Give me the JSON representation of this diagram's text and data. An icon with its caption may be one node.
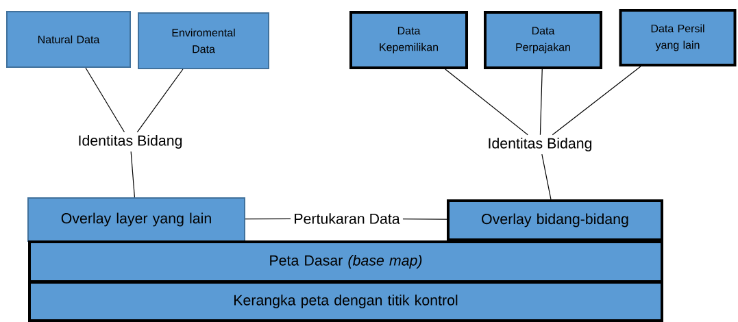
{
  "diagram": {
    "nodes": [
      {
        "text": [
          "Natural Data"
        ]
      },
      {
        "text": [
          "Enviromental Data"
        ]
      },
      {
        "text": [
          "Identitas Bidang"
        ]
      },
      {
        "text": [
          "Data Kepemilikan"
        ]
      },
      {
        "text": [
          "Data Perpajakan"
        ]
      },
      {
        "text": [
          "Data Persil yang lain"
        ]
      },
      {
        "text": [
          "Identitas Bidang"
        ]
      },
      {
        "text": [
          "Overlay layer yang lain"
        ]
      },
      {
        "text": [
          "Pertukaran Data"
        ]
      },
      {
        "text": [
          "Overlay bidang-bidang"
        ]
      },
      {
        "text": [
          "Peta Dasar *(base map)*"
        ]
      },
      {
        "text": [
          "Kerangka peta dengan titik kontrol"
        ]
      }
    ],
    "edges": [
      {
        "from": 0,
        "to": 2,
        "arrow": "none"
      },
      {
        "from": 1,
        "to": 2,
        "arrow": "none"
      },
      {
        "from": 2,
        "to": 7,
        "arrow": "none"
      },
      {
        "from": 3,
        "to": 6,
        "arrow": "none"
      },
      {
        "from": 4,
        "to": 6,
        "arrow": "none"
      },
      {
        "from": 5,
        "to": 6,
        "arrow": "none"
      },
      {
        "from": 6,
        "to": 9,
        "arrow": "none"
      },
      {
        "from": 7,
        "to": 8,
        "arrow": "none"
      },
      {
        "from": 8,
        "to": 9,
        "arrow": "none"
      }
    ]
  }
}
